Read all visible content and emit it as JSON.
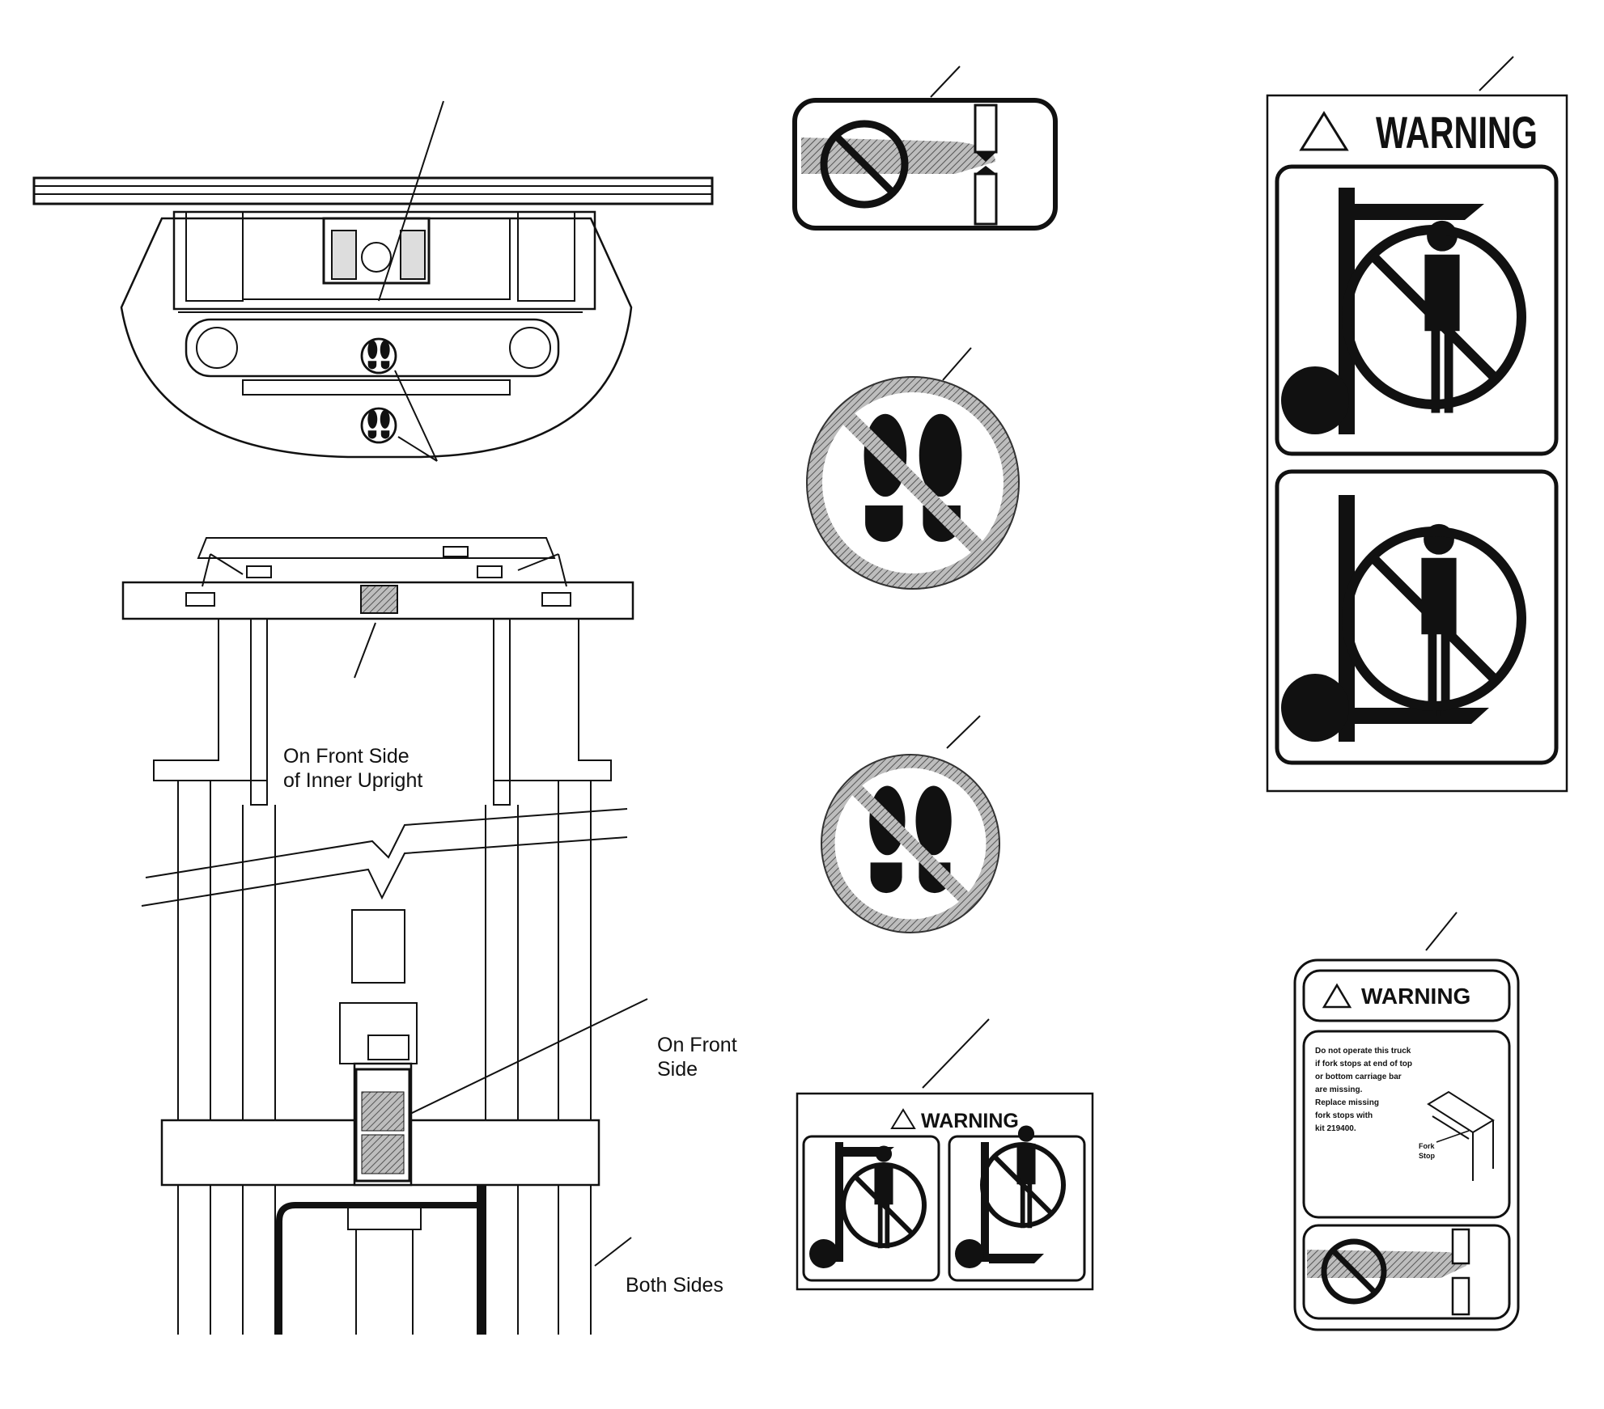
{
  "callouts": {
    "front_side_inner_upright": [
      "On Front Side",
      "of Inner Upright"
    ],
    "front_side": [
      "On Front",
      "Side"
    ],
    "both_sides": "Both Sides"
  },
  "decals": {
    "tall_warning": {
      "heading": "WARNING"
    },
    "small_warning": {
      "heading": "WARNING"
    },
    "fork_stop_warning": {
      "heading": "WARNING",
      "body": [
        "Do not operate this truck",
        "if fork stops at end of top",
        "or bottom carriage bar",
        "are missing.",
        "Replace missing",
        "fork stops with",
        "kit 219400."
      ],
      "fork_stop_label": [
        "Fork",
        "Stop"
      ]
    }
  },
  "colors": {
    "ink": "#111111",
    "hatch": "#8a8a8a",
    "paper": "#ffffff"
  }
}
